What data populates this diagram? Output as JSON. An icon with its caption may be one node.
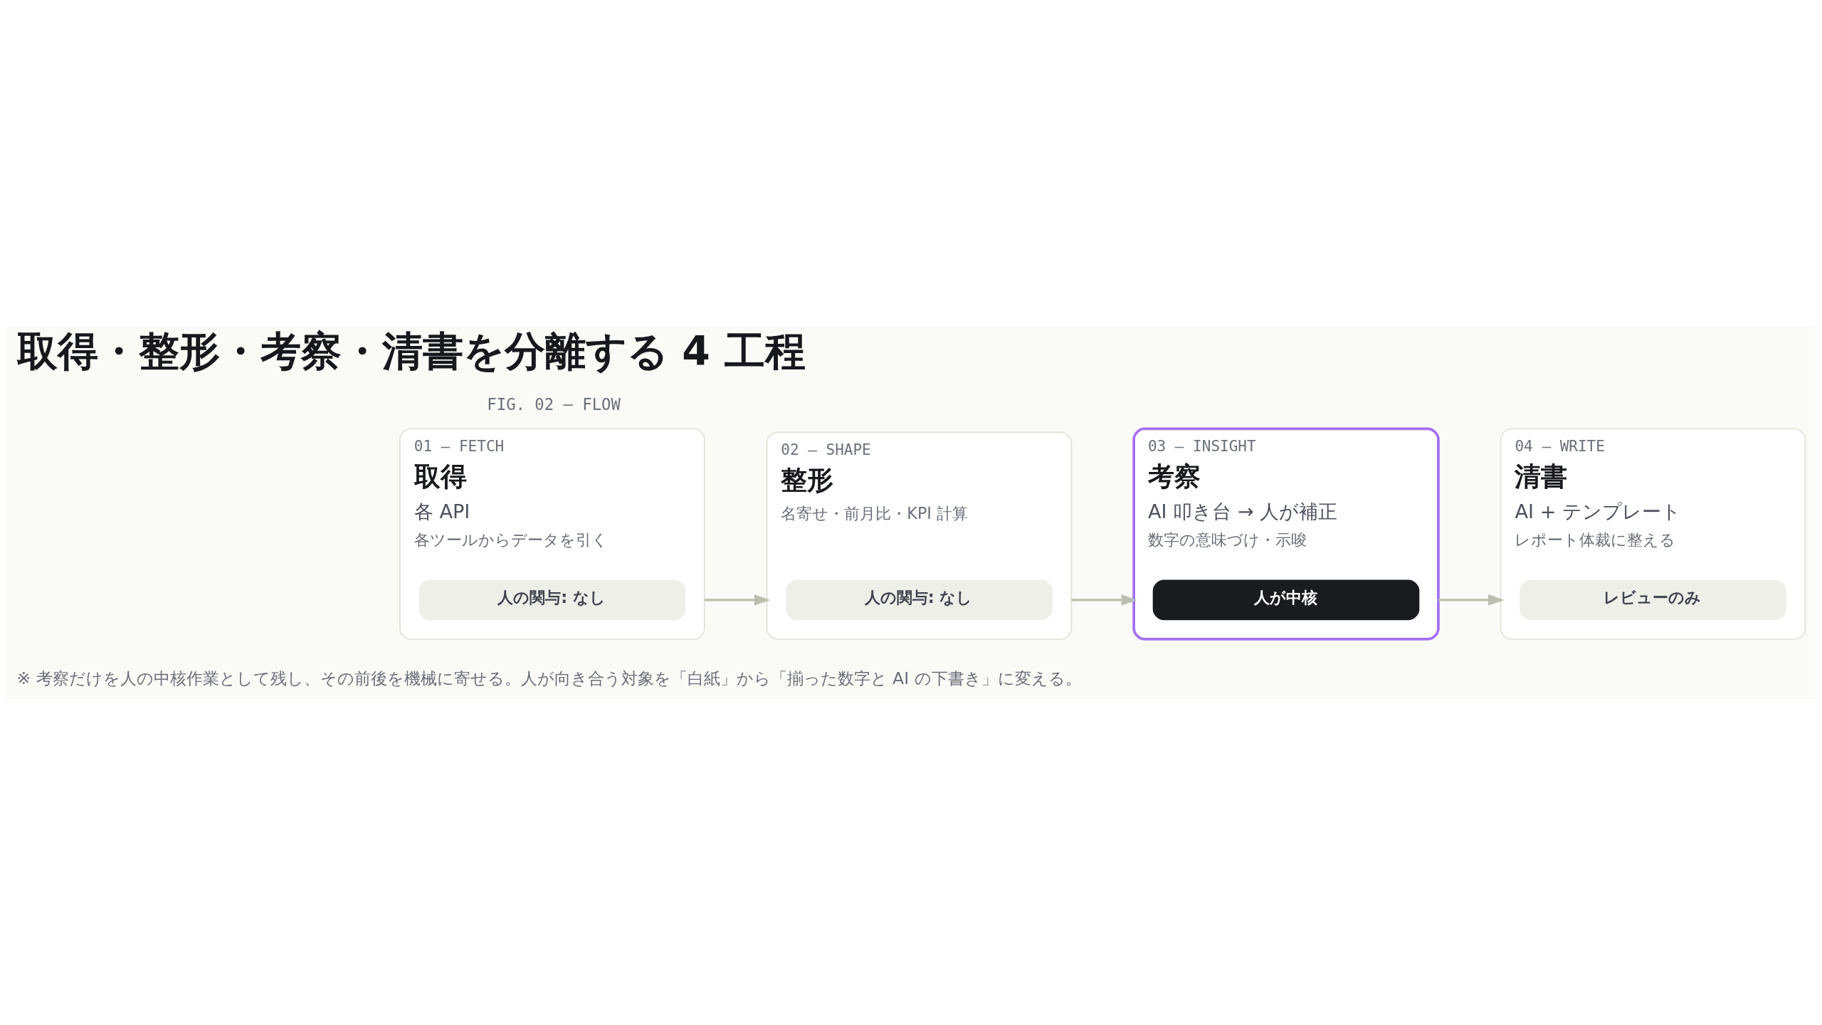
{
  "diagram": {
    "title": "取得・整形・考察・清書を分離する 4 工程",
    "nodes": [
      {
        "text": [
          "01 — FETCH",
          "取得",
          "各 API",
          "各ツールからデータを引く"
        ]
      },
      {
        "text": [
          "人の関与: なし"
        ],
        "in": 0
      },
      {
        "text": [
          "02 — SHAPE",
          "整形",
          "名寄せ・前月比・KPI 計算"
        ]
      },
      {
        "text": [
          "人の関与: なし"
        ],
        "in": 2
      },
      {
        "text": [
          "03 — INSIGHT",
          "考察",
          "AI 叩き台 → 人が補正",
          "数字の意味づけ・示唆"
        ]
      },
      {
        "text": [
          "人が中核"
        ],
        "in": 4
      },
      {
        "text": [
          "04 — WRITE",
          "清書",
          "AI + テンプレート",
          "レポート体裁に整える"
        ]
      },
      {
        "text": [
          "レビューのみ"
        ],
        "in": 6
      }
    ],
    "edges": [
      {
        "from": 0,
        "to": 2,
        "arrow": "to"
      },
      {
        "from": 2,
        "to": 4,
        "arrow": "to"
      },
      {
        "from": 4,
        "to": 6,
        "arrow": "to"
      }
    ],
    "labels": [
      "FIG. 02 — FLOW",
      "※ 考察だけを人の中核作業として残し、その前後を機械に寄せる。人が向き合う対象を「白紙」から「揃った数字と AI の下書き」に変える。"
    ]
  }
}
